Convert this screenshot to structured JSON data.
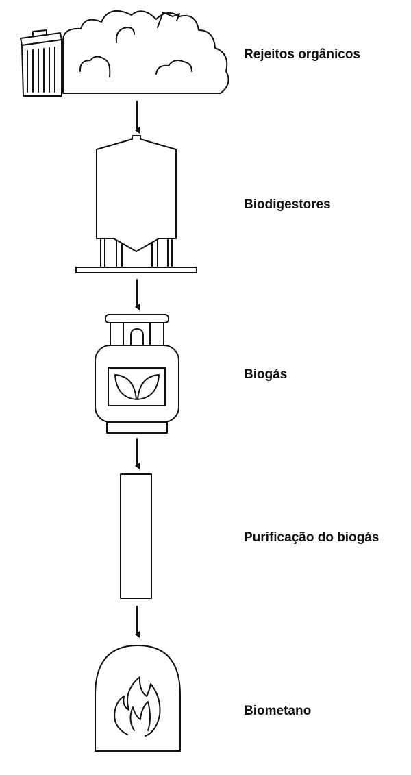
{
  "colors": {
    "stroke": "#111111",
    "background": "#ffffff"
  },
  "steps": [
    {
      "label": "Rejeitos orgânicos",
      "icon": "trash-and-cloud-icon"
    },
    {
      "label": "Biodigestores",
      "icon": "silo-icon"
    },
    {
      "label": "Biogás",
      "icon": "gas-cylinder-icon"
    },
    {
      "label": "Purificação do biogás",
      "icon": "purification-column-icon"
    },
    {
      "label": "Biometano",
      "icon": "flame-icon"
    }
  ]
}
